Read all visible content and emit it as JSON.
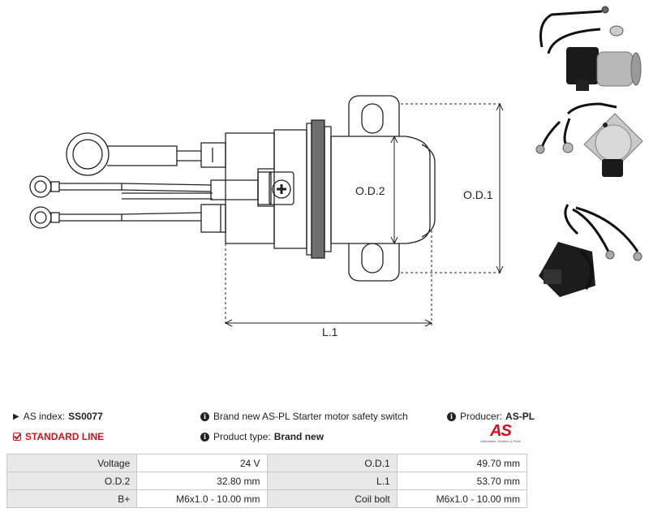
{
  "drawing": {
    "dim_od2": "O.D.2",
    "dim_od1": "O.D.1",
    "dim_l1": "L.1"
  },
  "info": {
    "as_index_label": "AS index:",
    "as_index_value": "SS0077",
    "line_label": "STANDARD LINE",
    "description": "Brand new AS-PL Starter motor safety switch",
    "product_type_label": "Product type:",
    "product_type_value": "Brand new",
    "producer_label": "Producer:",
    "producer_value": "AS-PL"
  },
  "logo": {
    "mark": "AS",
    "tagline": "Alternators, Starters & Parts"
  },
  "specs": [
    [
      "Voltage",
      "24 V",
      "O.D.1",
      "49.70 mm"
    ],
    [
      "O.D.2",
      "32.80 mm",
      "L.1",
      "53.70 mm"
    ],
    [
      "B+",
      "M6x1.0 - 10.00 mm",
      "Coil bolt",
      "M6x1.0 - 10.00 mm"
    ]
  ],
  "colors": {
    "accent": "#d6101c",
    "label_bg": "#e8e8e8",
    "border": "#c8c8c8"
  }
}
